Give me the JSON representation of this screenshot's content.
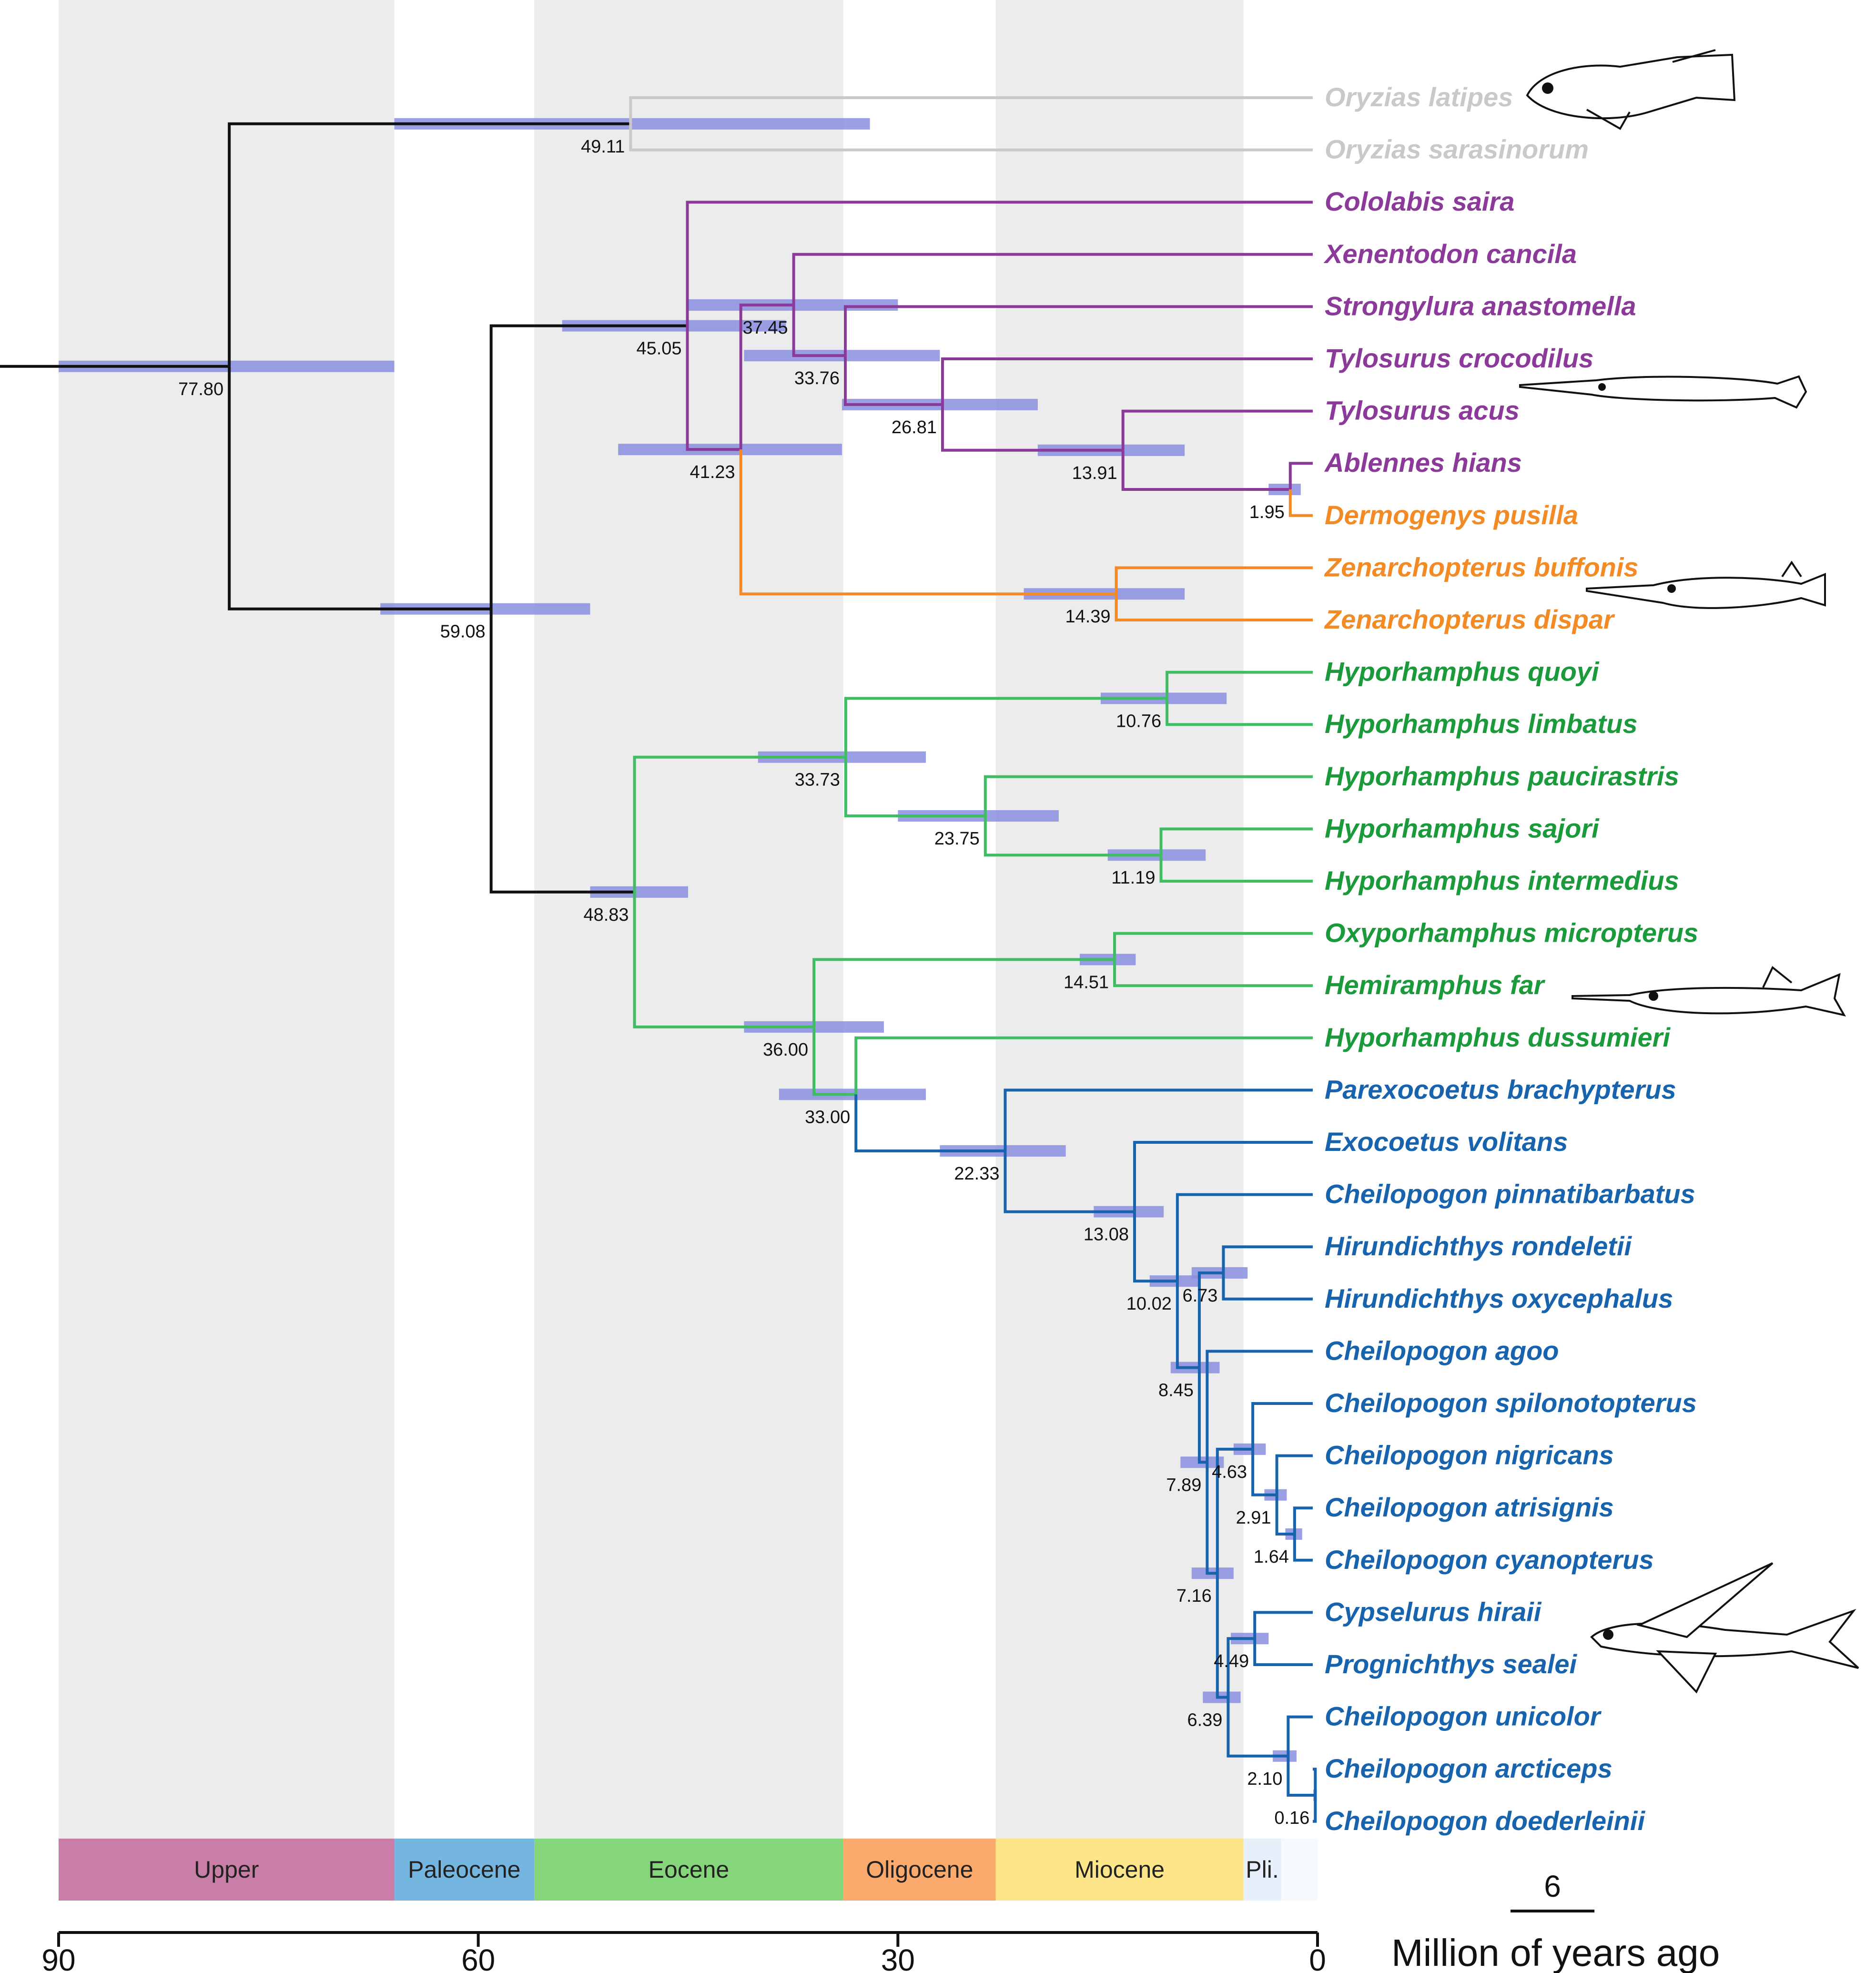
{
  "axis": {
    "title": "Million of years ago",
    "ticks": [
      90,
      60,
      30,
      0
    ],
    "range": [
      90,
      0
    ],
    "scale_bar": "6"
  },
  "time_bands": [
    {
      "from": 90,
      "to": 66
    },
    {
      "from": 56,
      "to": 33.9
    },
    {
      "from": 23,
      "to": 5.3
    }
  ],
  "epochs": [
    {
      "label": "Upper",
      "from": 90,
      "to": 66,
      "color": "#c97ea7"
    },
    {
      "label": "Paleocene",
      "from": 66,
      "to": 56,
      "color": "#74b6e0"
    },
    {
      "label": "Eocene",
      "from": 56,
      "to": 33.9,
      "color": "#85d67a"
    },
    {
      "label": "Oligocene",
      "from": 33.9,
      "to": 23,
      "color": "#fbaa6d"
    },
    {
      "label": "Miocene",
      "from": 23,
      "to": 5.3,
      "color": "#fde68a"
    },
    {
      "label": "Pli.",
      "from": 5.3,
      "to": 2.6,
      "color": "#e6effa"
    },
    {
      "label": "",
      "from": 2.6,
      "to": 0,
      "color": "#f6fafe"
    }
  ],
  "colors": {
    "grey": "#c9c9c9",
    "black": "#111111",
    "purple": "#8b3a9a",
    "orange": "#f28b25",
    "green": "#1a9a3a",
    "green_line": "#3fbd62",
    "blue": "#1763ad",
    "hpd": "#8a8fe0"
  },
  "taxa": [
    {
      "name": "Oryzias latipes",
      "color": "grey"
    },
    {
      "name": "Oryzias sarasinorum",
      "color": "grey"
    },
    {
      "name": "Cololabis saira",
      "color": "purple"
    },
    {
      "name": "Xenentodon cancila",
      "color": "purple"
    },
    {
      "name": "Strongylura anastomella",
      "color": "purple"
    },
    {
      "name": "Tylosurus crocodilus",
      "color": "purple"
    },
    {
      "name": "Tylosurus acus",
      "color": "purple"
    },
    {
      "name": "Ablennes hians",
      "color": "purple"
    },
    {
      "name": "Dermogenys pusilla",
      "color": "orange"
    },
    {
      "name": "Zenarchopterus buffonis",
      "color": "orange"
    },
    {
      "name": "Zenarchopterus dispar",
      "color": "orange"
    },
    {
      "name": "Hyporhamphus quoyi",
      "color": "green"
    },
    {
      "name": "Hyporhamphus limbatus",
      "color": "green"
    },
    {
      "name": "Hyporhamphus paucirastris",
      "color": "green"
    },
    {
      "name": "Hyporhamphus sajori",
      "color": "green"
    },
    {
      "name": "Hyporhamphus intermedius",
      "color": "green"
    },
    {
      "name": "Oxyporhamphus micropterus",
      "color": "green"
    },
    {
      "name": "Hemiramphus far",
      "color": "green"
    },
    {
      "name": "Hyporhamphus dussumieri",
      "color": "green"
    },
    {
      "name": "Parexocoetus brachypterus",
      "color": "blue"
    },
    {
      "name": "Exocoetus volitans",
      "color": "blue"
    },
    {
      "name": "Cheilopogon pinnatibarbatus",
      "color": "blue"
    },
    {
      "name": "Hirundichthys rondeletii",
      "color": "blue"
    },
    {
      "name": "Hirundichthys oxycephalus",
      "color": "blue"
    },
    {
      "name": "Cheilopogon agoo",
      "color": "blue"
    },
    {
      "name": "Cheilopogon spilonotopterus",
      "color": "blue"
    },
    {
      "name": "Cheilopogon nigricans",
      "color": "blue"
    },
    {
      "name": "Cheilopogon atrisignis",
      "color": "blue"
    },
    {
      "name": "Cheilopogon cyanopterus",
      "color": "blue"
    },
    {
      "name": "Cypselurus hiraii",
      "color": "blue"
    },
    {
      "name": "Prognichthys sealei",
      "color": "blue"
    },
    {
      "name": "Cheilopogon unicolor",
      "color": "blue"
    },
    {
      "name": "Cheilopogon arcticeps",
      "color": "blue"
    },
    {
      "name": "Cheilopogon doederleinii",
      "color": "blue"
    }
  ],
  "nodes": [
    {
      "id": "root",
      "age": 77.8,
      "label": "77.80",
      "hpd": [
        90,
        66
      ],
      "children": [
        "oryzias",
        "n59"
      ],
      "color": "black"
    },
    {
      "id": "oryzias",
      "age": 49.11,
      "label": "49.11",
      "hpd": [
        66,
        32
      ],
      "children": [
        "t0",
        "t1"
      ],
      "color": "grey",
      "incoming": "black"
    },
    {
      "id": "n59",
      "age": 59.08,
      "label": "59.08",
      "hpd": [
        67,
        52
      ],
      "children": [
        "n45",
        "n48"
      ],
      "color": "black"
    },
    {
      "id": "n45",
      "age": 45.05,
      "label": "45.05",
      "hpd": [
        54,
        38
      ],
      "children": [
        "t2",
        "n41"
      ],
      "color": "purple",
      "incoming": "black"
    },
    {
      "id": "n41",
      "age": 41.23,
      "label": "41.23",
      "hpd": [
        50,
        34
      ],
      "children": [
        "n37",
        "n14b"
      ],
      "color": "purple"
    },
    {
      "id": "n37",
      "age": 37.45,
      "label": "37.45",
      "hpd": [
        45,
        30
      ],
      "children": [
        "t3",
        "n33b"
      ],
      "color": "purple"
    },
    {
      "id": "n33b",
      "age": 33.76,
      "label": "33.76",
      "hpd": [
        41,
        27
      ],
      "children": [
        "t4",
        "n26"
      ],
      "color": "purple"
    },
    {
      "id": "n26",
      "age": 26.81,
      "label": "26.81",
      "hpd": [
        34,
        20
      ],
      "children": [
        "t5",
        "n13"
      ],
      "color": "purple"
    },
    {
      "id": "n13",
      "age": 13.91,
      "label": "13.91",
      "hpd": [
        20,
        9.5
      ],
      "children": [
        "t6",
        "n195"
      ],
      "color": "purple"
    },
    {
      "id": "n195",
      "age": 1.95,
      "label": "1.95",
      "hpd": [
        3.5,
        1.2
      ],
      "children": [
        "t7",
        "t8"
      ],
      "color": "purple"
    },
    {
      "id": "n14b",
      "age": 14.39,
      "label": "14.39",
      "hpd": [
        21,
        9.5
      ],
      "children": [
        "t9",
        "t10"
      ],
      "color": "orange",
      "incoming": "orange"
    },
    {
      "id": "n48",
      "age": 48.83,
      "label": "48.83",
      "hpd": [
        52,
        45
      ],
      "children": [
        "n33a",
        "n36"
      ],
      "color": "green_line",
      "incoming": "black"
    },
    {
      "id": "n33a",
      "age": 33.73,
      "label": "33.73",
      "hpd": [
        40,
        28
      ],
      "children": [
        "n10",
        "n23"
      ],
      "color": "green_line"
    },
    {
      "id": "n10",
      "age": 10.76,
      "label": "10.76",
      "hpd": [
        15.5,
        6.5
      ],
      "children": [
        "t11",
        "t12"
      ],
      "color": "green_line"
    },
    {
      "id": "n23",
      "age": 23.75,
      "label": "23.75",
      "hpd": [
        30,
        18.5
      ],
      "children": [
        "t13",
        "n11"
      ],
      "color": "green_line"
    },
    {
      "id": "n11",
      "age": 11.19,
      "label": "11.19",
      "hpd": [
        15,
        8
      ],
      "children": [
        "t14",
        "t15"
      ],
      "color": "green_line"
    },
    {
      "id": "n36",
      "age": 36.0,
      "label": "36.00",
      "hpd": [
        41,
        31
      ],
      "children": [
        "n14a",
        "n33c"
      ],
      "color": "green_line"
    },
    {
      "id": "n14a",
      "age": 14.51,
      "label": "14.51",
      "hpd": [
        17,
        13
      ],
      "children": [
        "t16",
        "t17"
      ],
      "color": "green_line"
    },
    {
      "id": "n33c",
      "age": 33.0,
      "label": "33.00",
      "hpd": [
        38.5,
        28
      ],
      "children": [
        "t18",
        "n22"
      ],
      "color": "green_line"
    },
    {
      "id": "n22",
      "age": 22.33,
      "label": "22.33",
      "hpd": [
        27,
        18
      ],
      "children": [
        "t19",
        "n13b"
      ],
      "color": "blue"
    },
    {
      "id": "n13b",
      "age": 13.08,
      "label": "13.08",
      "hpd": [
        16,
        11
      ],
      "children": [
        "t20",
        "n10b"
      ],
      "color": "blue"
    },
    {
      "id": "n10b",
      "age": 10.02,
      "label": "10.02",
      "hpd": [
        12,
        8.5
      ],
      "children": [
        "t21",
        "n8"
      ],
      "color": "blue"
    },
    {
      "id": "n673",
      "age": 6.73,
      "label": "6.73",
      "hpd": [
        9,
        5
      ],
      "children": [
        "t22",
        "t23"
      ],
      "color": "blue"
    },
    {
      "id": "n8",
      "age": 8.45,
      "label": "8.45",
      "hpd": [
        10.5,
        7
      ],
      "children": [
        "n673",
        "n789"
      ],
      "color": "blue"
    },
    {
      "id": "n789",
      "age": 7.89,
      "label": "7.89",
      "hpd": [
        9.8,
        6.7
      ],
      "children": [
        "t24",
        "n716"
      ],
      "color": "blue"
    },
    {
      "id": "n716",
      "age": 7.16,
      "label": "7.16",
      "hpd": [
        9.0,
        6.0
      ],
      "children": [
        "n463",
        "n639"
      ],
      "color": "blue"
    },
    {
      "id": "n463",
      "age": 4.63,
      "label": "4.63",
      "hpd": [
        6,
        3.7
      ],
      "children": [
        "t25",
        "n291"
      ],
      "color": "blue"
    },
    {
      "id": "n291",
      "age": 2.91,
      "label": "2.91",
      "hpd": [
        3.8,
        2.2
      ],
      "children": [
        "t26",
        "n164"
      ],
      "color": "blue"
    },
    {
      "id": "n164",
      "age": 1.64,
      "label": "1.64",
      "hpd": [
        2.3,
        1.1
      ],
      "children": [
        "t27",
        "t28"
      ],
      "color": "blue"
    },
    {
      "id": "n639",
      "age": 6.39,
      "label": "6.39",
      "hpd": [
        8.2,
        5.5
      ],
      "children": [
        "n449",
        "n210"
      ],
      "color": "blue"
    },
    {
      "id": "n449",
      "age": 4.49,
      "label": "4.49",
      "hpd": [
        6.2,
        3.5
      ],
      "children": [
        "t29",
        "t30"
      ],
      "color": "blue"
    },
    {
      "id": "n210",
      "age": 2.1,
      "label": "2.10",
      "hpd": [
        3.2,
        1.5
      ],
      "children": [
        "t31",
        "n016"
      ],
      "color": "blue"
    },
    {
      "id": "n016",
      "age": 0.16,
      "label": "0.16",
      "hpd": [
        0.3,
        0.05
      ],
      "children": [
        "t32",
        "t33"
      ],
      "color": "blue"
    }
  ]
}
